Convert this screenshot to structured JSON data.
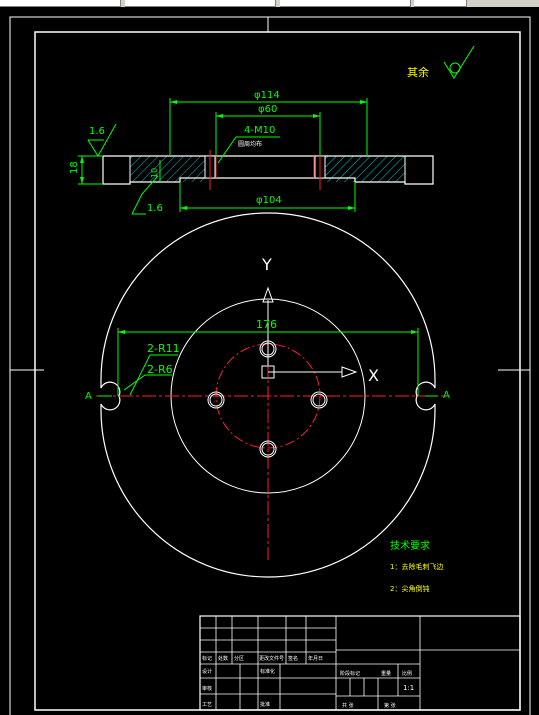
{
  "colors": {
    "background": "#000000",
    "frame": "#ffffff",
    "dimension": "#00ff00",
    "center_line": "#ff2020",
    "hatch": "#00c8c8",
    "note_text": "#ffff00",
    "ui_bar": "#d4d0c8"
  },
  "roughness_note": "其余",
  "section_view": {
    "dims": {
      "phi114": "φ114",
      "phi60": "φ60",
      "thread": "4-M10",
      "thread_note": "圆周均布",
      "height": "18",
      "step": "10",
      "phi104": "φ104",
      "rough_top": "1.6",
      "rough_bottom": "1.6"
    }
  },
  "plan_view": {
    "labels": {
      "dia176": "176",
      "r11": "2-R11",
      "r6": "2-R6",
      "axis_y": "Y",
      "axis_x": "X",
      "section_left": "A",
      "section_right": "A"
    }
  },
  "tech_requirements": {
    "title": "技术要求",
    "items": [
      "1：去除毛刺飞边",
      "2：尖角倒钝"
    ]
  },
  "title_block": {
    "scale": "1:1",
    "cells": [
      "标记",
      "处数",
      "分区",
      "更改文件号",
      "签名",
      "年月日",
      "设计",
      "标准化",
      "审核",
      "工艺",
      "批准",
      "阶段标记",
      "重量",
      "比例",
      "共 张",
      "第 张"
    ]
  }
}
